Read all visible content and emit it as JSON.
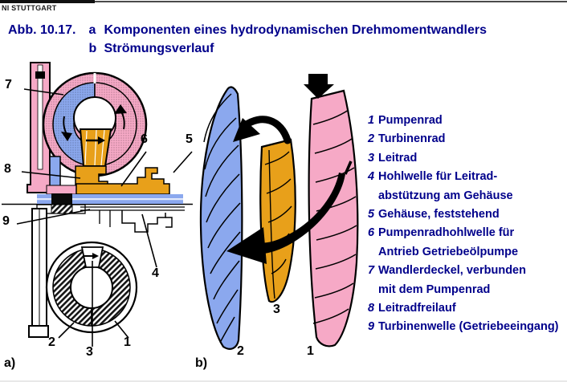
{
  "header": {
    "logo_text": "NI STUTTGART"
  },
  "title": {
    "figure_label": "Abb. 10.17.",
    "part_a_letter": "a",
    "part_a_text": "Komponenten eines hydrodynamischen Drehmomentwandlers",
    "part_b_letter": "b",
    "part_b_text": "Strömungsverlauf"
  },
  "panel_a": {
    "label": "a)",
    "callouts": {
      "n1": "1",
      "n2": "2",
      "n3": "3",
      "n4": "4",
      "n5": "5",
      "n6": "6",
      "n7": "7",
      "n8": "8",
      "n9": "9"
    }
  },
  "panel_b": {
    "label": "b)",
    "callouts": {
      "n1": "1",
      "n2": "2",
      "n3": "3"
    }
  },
  "legend": {
    "items": [
      {
        "num": "1",
        "lines": [
          "Pumpenrad"
        ]
      },
      {
        "num": "2",
        "lines": [
          "Turbinenrad"
        ]
      },
      {
        "num": "3",
        "lines": [
          "Leitrad"
        ]
      },
      {
        "num": "4",
        "lines": [
          "Hohlwelle für Leitrad-",
          "abstützung am Gehäuse"
        ]
      },
      {
        "num": "5",
        "lines": [
          "Gehäuse, feststehend"
        ]
      },
      {
        "num": "6",
        "lines": [
          "Pumpenradhohlwelle für",
          "Antrieb Getriebeölpumpe"
        ]
      },
      {
        "num": "7",
        "lines": [
          "Wandlerdeckel, verbunden",
          "mit dem Pumpenrad"
        ]
      },
      {
        "num": "8",
        "lines": [
          "Leitradfreilauf"
        ]
      },
      {
        "num": "9",
        "lines": [
          "Turbinenwelle (Getriebeeingang)"
        ]
      }
    ]
  },
  "colors": {
    "navy": "#00008B",
    "pink": "#F6A9C6",
    "blue": "#8BA8EE",
    "orange": "#E8A01A"
  }
}
